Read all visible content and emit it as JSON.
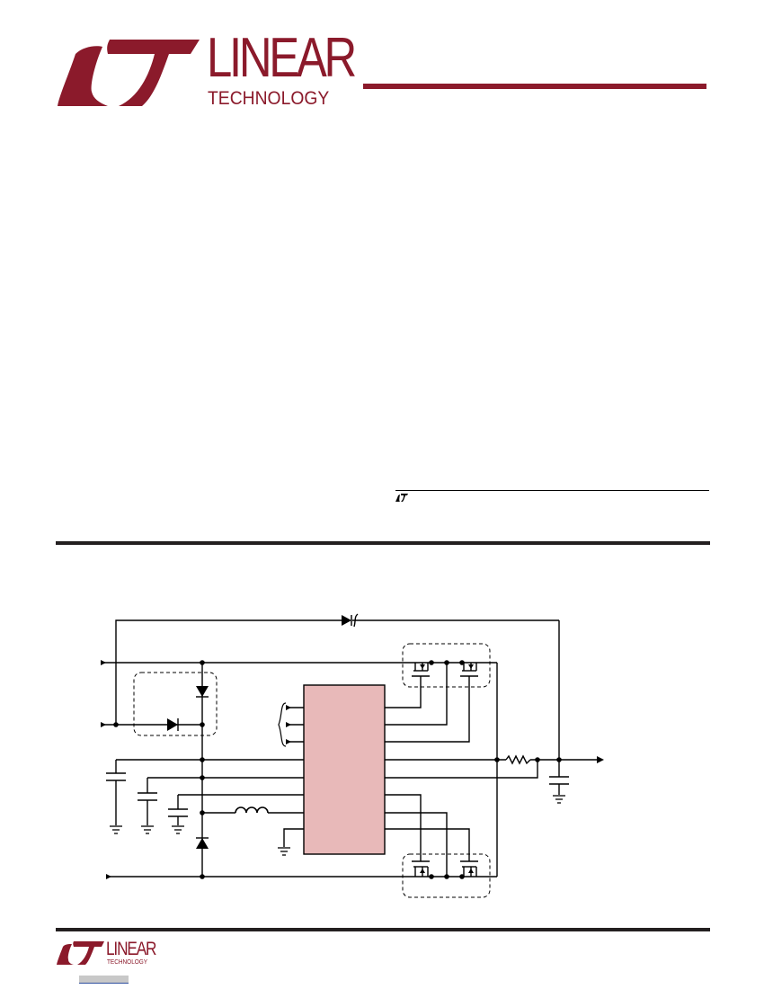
{
  "brand": {
    "name": "LINEAR",
    "subname": "TECHNOLOGY",
    "color": "#8b1a2b"
  },
  "footer": {
    "name": "LINEAR",
    "subname": "TECHNOLOGY"
  },
  "colors": {
    "rule": "#231f20",
    "ic_fill": "#e8b9b9",
    "wire": "#000000"
  },
  "icons": {
    "header_logo": "lt-logo-icon",
    "trademark_mark": "lt-small-logo-icon",
    "footer_logo": "lt-logo-icon"
  }
}
